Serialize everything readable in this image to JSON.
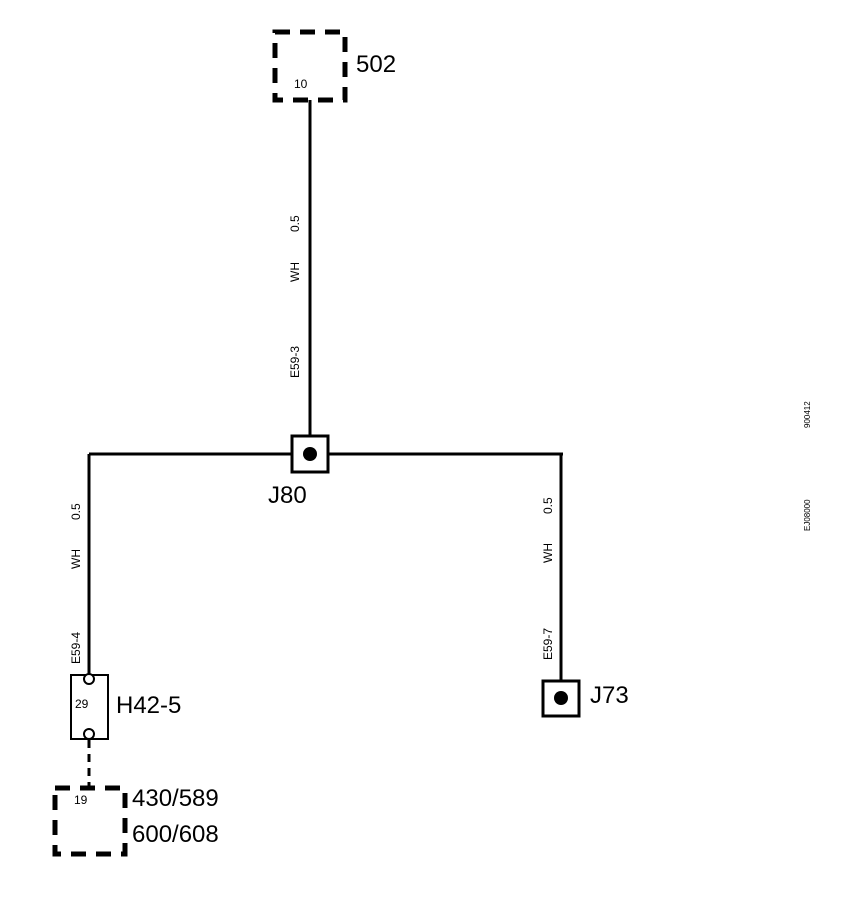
{
  "connectors": {
    "c502": {
      "label": "502",
      "pin": "10"
    },
    "j80": {
      "label": "J80"
    },
    "h42": {
      "label": "H42-5",
      "pin": "29"
    },
    "j73": {
      "label": "J73"
    },
    "c430": {
      "label_line1": "430/589",
      "label_line2": "600/608",
      "pin": "19"
    }
  },
  "wires": {
    "top": {
      "size": "0.5",
      "color": "WH",
      "id": "E59-3"
    },
    "left": {
      "size": "0.5",
      "color": "WH",
      "id": "E59-4"
    },
    "right": {
      "size": "0.5",
      "color": "WH",
      "id": "E59-7"
    }
  },
  "margin_codes": {
    "code1": "900412",
    "code2": "EJ08000"
  }
}
